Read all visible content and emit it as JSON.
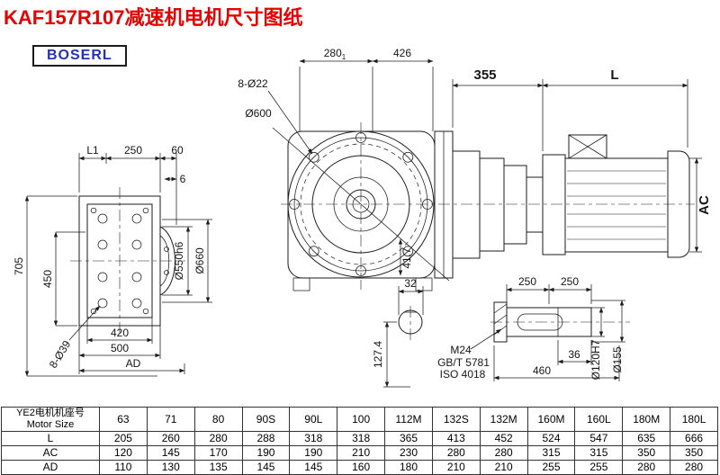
{
  "title": "KAF157R107减速机电机尺寸图纸",
  "logo": "BOSERL",
  "colors": {
    "title": "#e60000",
    "logo": "#2233bb",
    "line": "#1b1b1b"
  },
  "drawing": {
    "left": {
      "l1": "L1",
      "d250": "250",
      "d60": "60",
      "d6": "6",
      "d705": "705",
      "d450": "450",
      "d420": "420",
      "d500": "500",
      "ad": "AD",
      "holes": "8-Ø39"
    },
    "front": {
      "holes": "8-Ø22",
      "dia600": "Ø600",
      "d280": "280",
      "d280sub": "1",
      "d426": "426",
      "dia550": "Ø550h6",
      "dia660": "Ø660",
      "d417": "41.7"
    },
    "side": {
      "d355": "355",
      "L": "L",
      "ac": "AC"
    },
    "details": {
      "d32": "32",
      "d1274": "127.4",
      "d250a": "250",
      "d250b": "250",
      "m24": "M24",
      "gbt": "GB/T 5781",
      "iso": "ISO 4018",
      "d36": "36",
      "d460": "460",
      "dia120": "Ø120H7",
      "dia155": "Ø155"
    }
  },
  "table": {
    "header_line1": "YE2电机机座号",
    "header_line2": "Motor Size",
    "sizes": [
      "63",
      "71",
      "80",
      "90S",
      "90L",
      "100",
      "112M",
      "132S",
      "132M",
      "160M",
      "160L",
      "180M",
      "180L"
    ],
    "rows": [
      {
        "label": "L",
        "values": [
          "205",
          "260",
          "280",
          "288",
          "318",
          "318",
          "365",
          "413",
          "452",
          "524",
          "547",
          "635",
          "666"
        ]
      },
      {
        "label": "AC",
        "values": [
          "120",
          "145",
          "170",
          "190",
          "190",
          "210",
          "230",
          "280",
          "280",
          "315",
          "315",
          "350",
          "350"
        ]
      },
      {
        "label": "AD",
        "values": [
          "110",
          "130",
          "135",
          "145",
          "145",
          "160",
          "180",
          "210",
          "210",
          "255",
          "255",
          "280",
          "280"
        ]
      }
    ]
  }
}
